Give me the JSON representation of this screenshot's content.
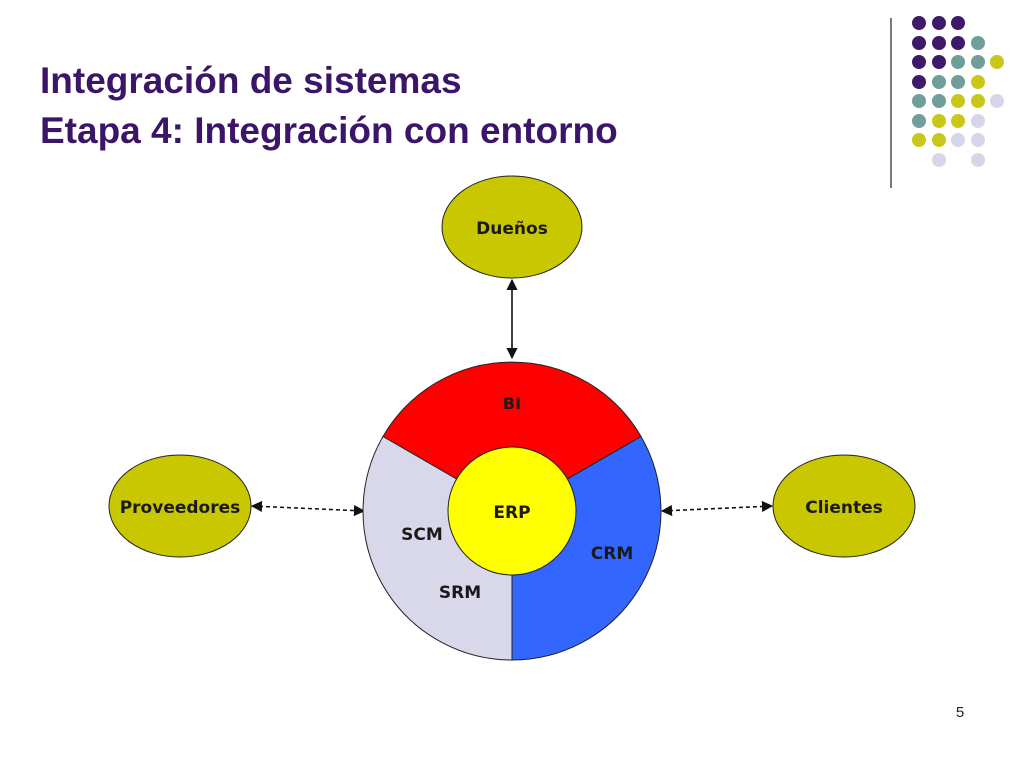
{
  "slide": {
    "title_line1": "Integración de sistemas",
    "title_line2": "Etapa 4: Integración con entorno",
    "number": "5"
  },
  "diagram": {
    "nodes": {
      "owners": "Dueños",
      "suppliers": "Proveedores",
      "customers": "Clientes"
    },
    "segments": {
      "bi": "BI",
      "scm": "SCM",
      "srm": "SRM",
      "crm": "CRM",
      "erp": "ERP"
    }
  },
  "colors": {
    "title": "#3a1568",
    "node_fill": "#c9c800",
    "bi": "#ff0000",
    "crm": "#3366ff",
    "scm_srm": "#d8d8ea",
    "erp": "#ffff00",
    "deco_purple": "#3f1a6b",
    "deco_teal": "#6f9e9b",
    "deco_yellow": "#c9c81a",
    "deco_lavender": "#d6d6e8"
  },
  "decoration_grid": [
    "PPP..",
    "PPPT.",
    "PPTTY",
    "PTTY.",
    "TTYYL",
    "TYYL.",
    "YYLL.",
    ".L.L."
  ]
}
